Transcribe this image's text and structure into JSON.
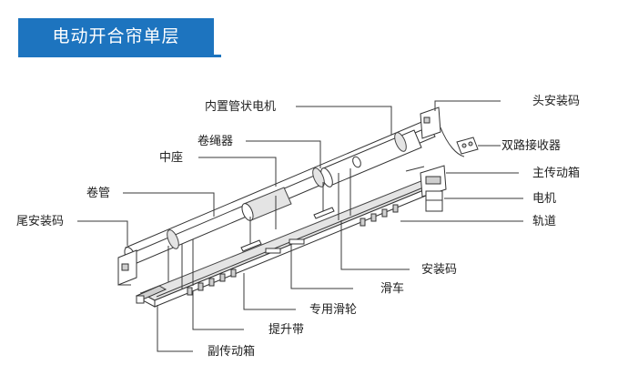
{
  "title": "电动开合帘单层",
  "labels": {
    "inner_motor": "内置管状电机",
    "rope_winder": "卷绳器",
    "middle_seat": "中座",
    "roll_tube": "卷管",
    "tail_bracket": "尾安装码",
    "head_bracket": "头安装码",
    "dual_receiver": "双路接收器",
    "main_gearbox": "主传动箱",
    "motor": "电机",
    "track": "轨道",
    "mount_bracket": "安装码",
    "glider": "滑车",
    "special_pulley": "专用滑轮",
    "lift_strap": "提升带",
    "sub_gearbox": "副传动箱"
  },
  "colors": {
    "banner": "#1d74bf",
    "line": "#3a3a3a"
  }
}
